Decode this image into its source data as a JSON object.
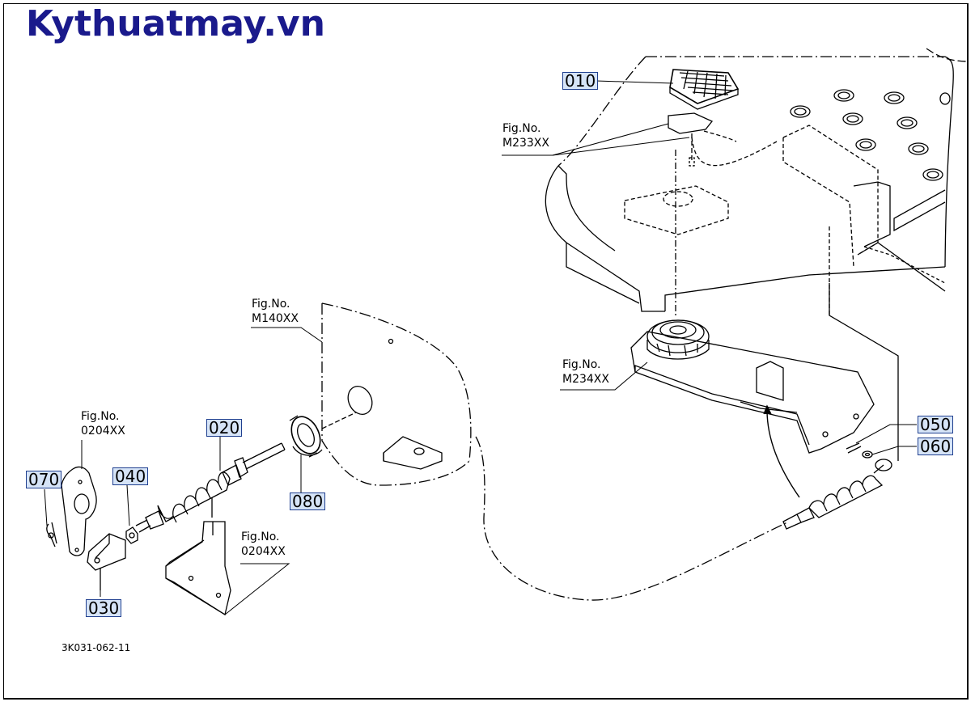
{
  "watermark": "Kythuatmay.vn",
  "drawing_code": "3K031-062-11",
  "callouts": {
    "p010": "010",
    "p020": "020",
    "p030": "030",
    "p040": "040",
    "p050": "050",
    "p060": "060",
    "p070": "070",
    "p080": "080"
  },
  "figure_refs": {
    "m233": {
      "label": "Fig.No.",
      "code": "M233XX"
    },
    "m140": {
      "label": "Fig.No.",
      "code": "M140XX"
    },
    "m234": {
      "label": "Fig.No.",
      "code": "M234XX"
    },
    "f0204_left": {
      "label": "Fig.No.",
      "code": "0204XX"
    },
    "f0204_bracket": {
      "label": "Fig.No.",
      "code": "0204XX"
    }
  },
  "colors": {
    "watermark": "#1a1a8c",
    "callout_fill": "#d6e4f7",
    "callout_border": "#1f3f8f",
    "line": "#000000"
  }
}
